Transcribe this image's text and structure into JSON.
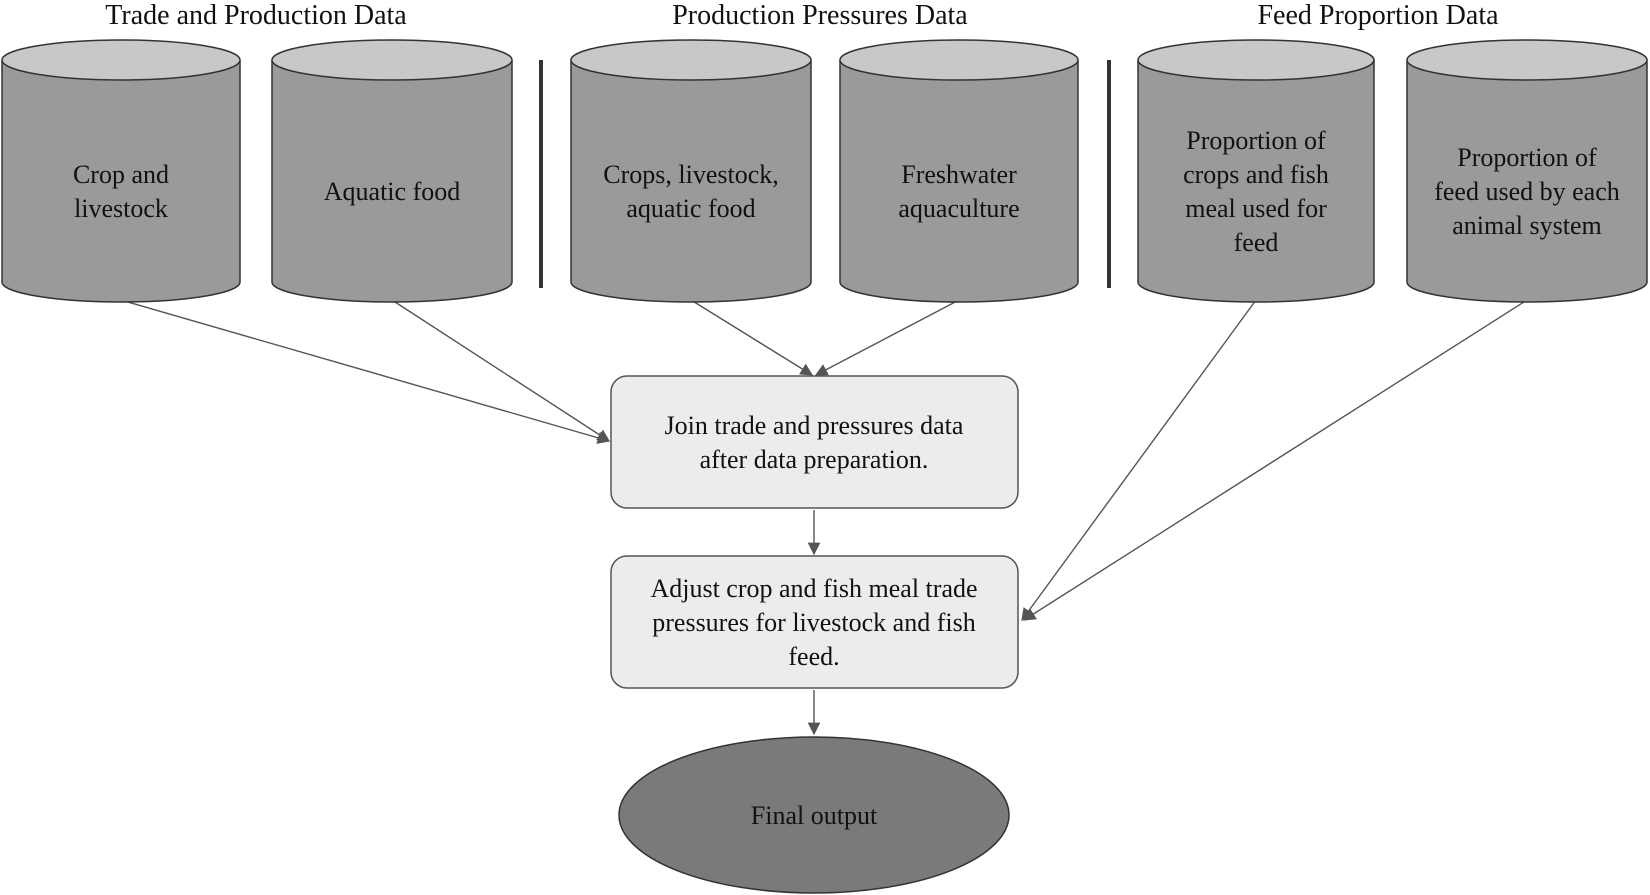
{
  "headers": {
    "trade_production": "Trade and Production Data",
    "production_pressures": "Production Pressures Data",
    "feed_proportion": "Feed Proportion Data"
  },
  "sources": {
    "crop_livestock": [
      "Crop and",
      "livestock"
    ],
    "aquatic_food": [
      "Aquatic food"
    ],
    "crops_livestock_aquatic": [
      "Crops, livestock,",
      "aquatic food"
    ],
    "freshwater_aquaculture": [
      "Freshwater",
      "aquaculture"
    ],
    "feed_crops_fishmeal": [
      "Proportion of",
      "crops and fish",
      "meal used for",
      "feed"
    ],
    "feed_by_animal": [
      "Proportion of",
      "feed used by each",
      "animal system"
    ]
  },
  "process": {
    "join": [
      "Join trade and pressures data",
      "after data preparation."
    ],
    "adjust": [
      "Adjust crop and fish meal trade",
      "pressures for livestock and fish",
      "feed."
    ]
  },
  "output": {
    "final": [
      "Final output"
    ]
  },
  "colors": {
    "cylinder_body": "#9a9a9a",
    "cylinder_top": "#c8c8c8",
    "process_box": "#ececec",
    "final_output": "#7a7a7a"
  }
}
